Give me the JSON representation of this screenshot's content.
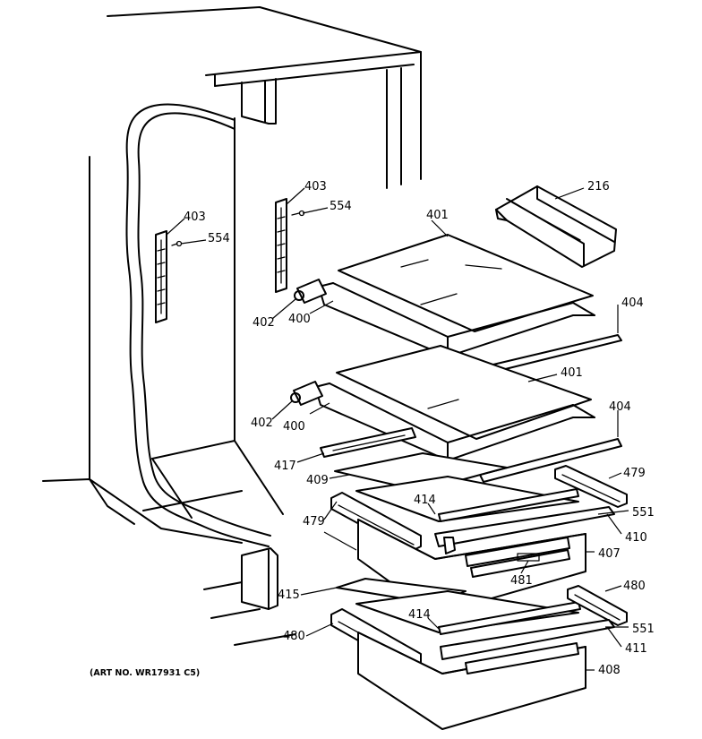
{
  "caption": "(ART NO. WR17931 C5)",
  "part_labels": {
    "p403a": "403",
    "p554a": "554",
    "p403b": "403",
    "p554b": "554",
    "p401a": "401",
    "p216": "216",
    "p404a": "404",
    "p402a": "402",
    "p400a": "400",
    "p401b": "401",
    "p404b": "404",
    "p402b": "402",
    "p400b": "400",
    "p417": "417",
    "p479a": "479",
    "p409": "409",
    "p414a": "414",
    "p551a": "551",
    "p479b": "479",
    "p410": "410",
    "p407": "407",
    "p481": "481",
    "p415": "415",
    "p480a": "480",
    "p414b": "414",
    "p551b": "551",
    "p480b": "480",
    "p411": "411",
    "p408": "408"
  }
}
